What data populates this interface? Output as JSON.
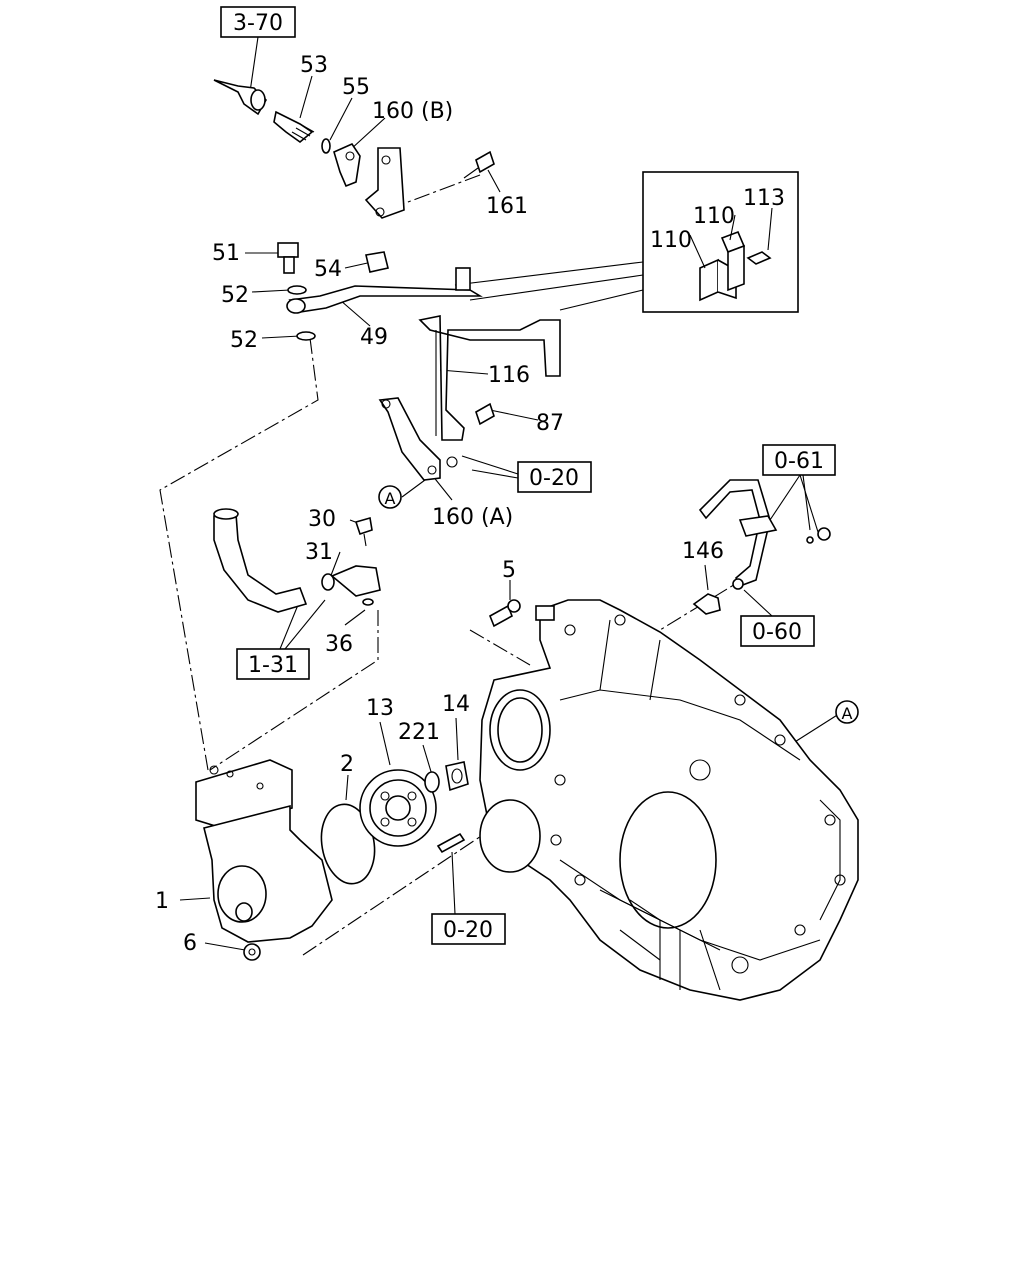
{
  "labels": {
    "p53": "53",
    "p55": "55",
    "p160b": "160 (B)",
    "p161": "161",
    "p51": "51",
    "p54": "54",
    "p52a": "52",
    "p52b": "52",
    "p49": "49",
    "p116": "116",
    "p87": "87",
    "p160a": "160 (A)",
    "p110a": "110",
    "p110b": "110",
    "p113": "113",
    "p30": "30",
    "p31": "31",
    "p36": "36",
    "p5": "5",
    "p146": "146",
    "p13": "13",
    "p221": "221",
    "p14": "14",
    "p2": "2",
    "p1": "1",
    "p6": "6"
  },
  "refs": {
    "r370": "3-70",
    "r020a": "0-20",
    "r061": "0-61",
    "r131": "1-31",
    "r060": "0-60",
    "r020b": "0-20"
  },
  "markers": {
    "a1": "A",
    "a2": "A"
  }
}
